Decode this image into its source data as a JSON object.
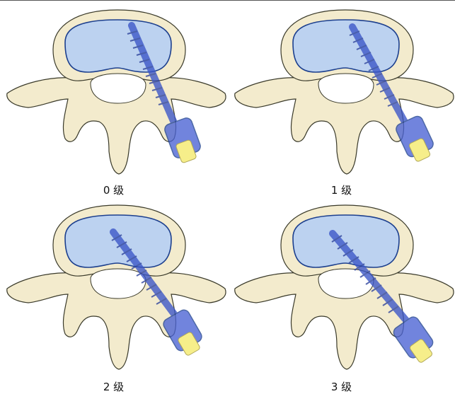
{
  "grades": [
    {
      "label": "0 级",
      "screw_angle": 0
    },
    {
      "label": "1 级",
      "screw_angle": 0
    },
    {
      "label": "2 级",
      "screw_angle": 0
    },
    {
      "label": "3 级",
      "screw_angle": 0
    }
  ],
  "colors": {
    "bone_fill": "#f3ebcd",
    "bone_stroke": "#3a3a2a",
    "canal_fill": "#bcd2f0",
    "canal_stroke": "#1c3f8e",
    "screw_blue": "#3a55c8",
    "screw_tip": "#f4ea6a"
  }
}
